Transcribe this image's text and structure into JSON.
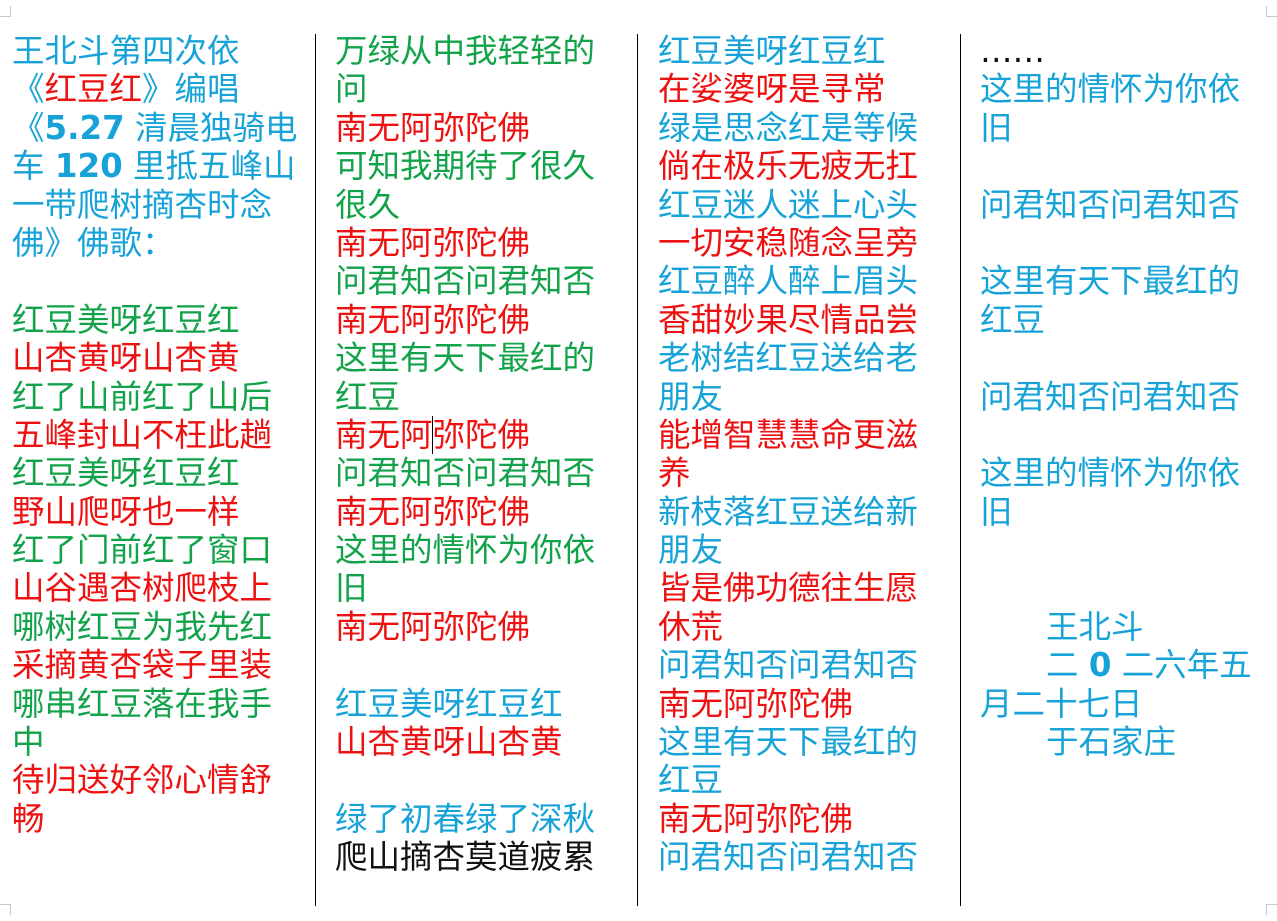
{
  "colors": {
    "blue": "#17a3d8",
    "red": "#ee1111",
    "green": "#12a34a",
    "black": "#111111"
  },
  "columns": [
    {
      "lines": [
        {
          "segs": [
            {
              "t": "王北斗第四次依",
              "c": "blue"
            }
          ]
        },
        {
          "segs": [
            {
              "t": "《",
              "c": "blue"
            },
            {
              "t": "红豆红",
              "c": "red"
            },
            {
              "t": "》编唱",
              "c": "blue"
            }
          ]
        },
        {
          "segs": [
            {
              "t": "《",
              "c": "blue"
            },
            {
              "t": "5.27",
              "c": "blue",
              "b": true
            },
            {
              "t": " 清晨独骑电",
              "c": "blue"
            }
          ]
        },
        {
          "segs": [
            {
              "t": "车 ",
              "c": "blue"
            },
            {
              "t": "120",
              "c": "blue",
              "b": true
            },
            {
              "t": " 里抵五峰山",
              "c": "blue"
            }
          ]
        },
        {
          "segs": [
            {
              "t": "一带爬树摘杏时念",
              "c": "blue"
            }
          ]
        },
        {
          "segs": [
            {
              "t": "佛》佛歌：",
              "c": "blue"
            }
          ]
        },
        {
          "segs": []
        },
        {
          "segs": [
            {
              "t": "红豆美呀红豆红",
              "c": "green"
            }
          ]
        },
        {
          "segs": [
            {
              "t": "山杏黄呀山杏黄",
              "c": "red"
            }
          ]
        },
        {
          "segs": [
            {
              "t": "红了山前红了山后",
              "c": "green"
            }
          ]
        },
        {
          "segs": [
            {
              "t": "五峰封山不枉此趟",
              "c": "red"
            }
          ]
        },
        {
          "segs": [
            {
              "t": "红豆美呀红豆红",
              "c": "green"
            }
          ]
        },
        {
          "segs": [
            {
              "t": "野山爬呀也一样",
              "c": "red"
            }
          ]
        },
        {
          "segs": [
            {
              "t": "红了门前红了窗口",
              "c": "green"
            }
          ]
        },
        {
          "segs": [
            {
              "t": "山谷遇杏树爬枝上",
              "c": "red"
            }
          ]
        },
        {
          "segs": [
            {
              "t": "哪树红豆为我先红",
              "c": "green"
            }
          ]
        },
        {
          "segs": [
            {
              "t": "采摘黄杏袋子里装",
              "c": "red"
            }
          ]
        },
        {
          "segs": [
            {
              "t": "哪串红豆落在我手",
              "c": "green"
            }
          ]
        },
        {
          "segs": [
            {
              "t": "中",
              "c": "green"
            }
          ]
        },
        {
          "segs": [
            {
              "t": "待归送好邻心情舒",
              "c": "red"
            }
          ]
        },
        {
          "segs": [
            {
              "t": "畅",
              "c": "red"
            }
          ]
        }
      ]
    },
    {
      "lines": [
        {
          "segs": [
            {
              "t": "万绿从中我轻轻的",
              "c": "green"
            }
          ]
        },
        {
          "segs": [
            {
              "t": "问",
              "c": "green"
            }
          ]
        },
        {
          "segs": [
            {
              "t": "南无阿弥陀佛",
              "c": "red"
            }
          ]
        },
        {
          "segs": [
            {
              "t": "可知我期待了很久",
              "c": "green"
            }
          ]
        },
        {
          "segs": [
            {
              "t": "很久",
              "c": "green"
            }
          ]
        },
        {
          "segs": [
            {
              "t": "南无阿弥陀佛",
              "c": "red"
            }
          ]
        },
        {
          "segs": [
            {
              "t": "问君知否问君知否",
              "c": "green"
            }
          ]
        },
        {
          "segs": [
            {
              "t": "南无阿弥陀佛",
              "c": "red"
            }
          ]
        },
        {
          "segs": [
            {
              "t": "这里有天下最红的",
              "c": "green"
            }
          ]
        },
        {
          "segs": [
            {
              "t": "红豆",
              "c": "green"
            }
          ]
        },
        {
          "segs": [
            {
              "t": "南无阿弥陀佛",
              "c": "red"
            }
          ]
        },
        {
          "segs": [
            {
              "t": "问君知否问君知否",
              "c": "green"
            }
          ]
        },
        {
          "segs": [
            {
              "t": "南无阿弥陀佛",
              "c": "red"
            }
          ]
        },
        {
          "segs": [
            {
              "t": "这里的情怀为你依",
              "c": "green"
            }
          ]
        },
        {
          "segs": [
            {
              "t": "旧",
              "c": "green"
            }
          ]
        },
        {
          "segs": [
            {
              "t": "南无阿弥陀佛",
              "c": "red"
            }
          ]
        },
        {
          "segs": []
        },
        {
          "segs": [
            {
              "t": "红豆美呀红豆红",
              "c": "blue"
            }
          ]
        },
        {
          "segs": [
            {
              "t": "山杏黄呀山杏黄",
              "c": "red"
            }
          ]
        },
        {
          "segs": []
        },
        {
          "segs": [
            {
              "t": "绿了初春绿了深秋",
              "c": "blue"
            }
          ]
        },
        {
          "segs": [
            {
              "t": "爬山摘杏莫道疲累",
              "c": "black"
            }
          ]
        }
      ]
    },
    {
      "lines": [
        {
          "segs": [
            {
              "t": "红豆美呀红豆红",
              "c": "blue"
            }
          ]
        },
        {
          "segs": [
            {
              "t": "在娑婆呀是寻常",
              "c": "red"
            }
          ]
        },
        {
          "segs": [
            {
              "t": "绿是思念红是等候",
              "c": "blue"
            }
          ]
        },
        {
          "segs": [
            {
              "t": "倘在极乐无疲无扛",
              "c": "red"
            }
          ]
        },
        {
          "segs": [
            {
              "t": "红豆迷人迷上心头",
              "c": "blue"
            }
          ]
        },
        {
          "segs": [
            {
              "t": "一切安稳随念呈旁",
              "c": "red"
            }
          ]
        },
        {
          "segs": [
            {
              "t": "红豆醉人醉上眉头",
              "c": "blue"
            }
          ]
        },
        {
          "segs": [
            {
              "t": "香甜妙果尽情品尝",
              "c": "red"
            }
          ]
        },
        {
          "segs": [
            {
              "t": "老树结红豆送给老",
              "c": "blue"
            }
          ]
        },
        {
          "segs": [
            {
              "t": "朋友",
              "c": "blue"
            }
          ]
        },
        {
          "segs": [
            {
              "t": "能增智慧慧命更滋",
              "c": "red"
            }
          ]
        },
        {
          "segs": [
            {
              "t": "养",
              "c": "red"
            }
          ]
        },
        {
          "segs": [
            {
              "t": "新枝落红豆送给新",
              "c": "blue"
            }
          ]
        },
        {
          "segs": [
            {
              "t": "朋友",
              "c": "blue"
            }
          ]
        },
        {
          "segs": [
            {
              "t": "皆是佛功德往生愿",
              "c": "red"
            }
          ]
        },
        {
          "segs": [
            {
              "t": "休荒",
              "c": "red"
            }
          ]
        },
        {
          "segs": [
            {
              "t": "问君知否问君知否",
              "c": "blue"
            }
          ]
        },
        {
          "segs": [
            {
              "t": "南无阿弥陀佛",
              "c": "red"
            }
          ]
        },
        {
          "segs": [
            {
              "t": "这里有天下最红的",
              "c": "blue"
            }
          ]
        },
        {
          "segs": [
            {
              "t": "红豆",
              "c": "blue"
            }
          ]
        },
        {
          "segs": [
            {
              "t": "南无阿弥陀佛",
              "c": "red"
            }
          ]
        },
        {
          "segs": [
            {
              "t": "问君知否问君知否",
              "c": "blue"
            }
          ]
        }
      ]
    },
    {
      "lines": [
        {
          "segs": [
            {
              "t": "……",
              "c": "black"
            }
          ]
        },
        {
          "segs": [
            {
              "t": "这里的情怀为你依",
              "c": "blue"
            }
          ]
        },
        {
          "segs": [
            {
              "t": "旧",
              "c": "blue"
            }
          ]
        },
        {
          "segs": []
        },
        {
          "segs": [
            {
              "t": "问君知否问君知否",
              "c": "blue"
            }
          ]
        },
        {
          "segs": []
        },
        {
          "segs": [
            {
              "t": "这里有天下最红的",
              "c": "blue"
            }
          ]
        },
        {
          "segs": [
            {
              "t": "红豆",
              "c": "blue"
            }
          ]
        },
        {
          "segs": []
        },
        {
          "segs": [
            {
              "t": "问君知否问君知否",
              "c": "blue"
            }
          ]
        },
        {
          "segs": []
        },
        {
          "segs": [
            {
              "t": "这里的情怀为你依",
              "c": "blue"
            }
          ]
        },
        {
          "segs": [
            {
              "t": "旧",
              "c": "blue"
            }
          ]
        },
        {
          "segs": []
        },
        {
          "segs": []
        },
        {
          "segs": [
            {
              "t": "王北斗",
              "c": "blue"
            }
          ],
          "indent": true
        },
        {
          "segs": [
            {
              "t": "二 ",
              "c": "blue"
            },
            {
              "t": "0",
              "c": "blue",
              "b": true
            },
            {
              "t": " 二六年五",
              "c": "blue"
            }
          ],
          "indent": true
        },
        {
          "segs": [
            {
              "t": "月二十七日",
              "c": "blue"
            }
          ]
        },
        {
          "segs": [
            {
              "t": "于石家庄",
              "c": "blue"
            }
          ],
          "indent": true
        }
      ]
    }
  ]
}
